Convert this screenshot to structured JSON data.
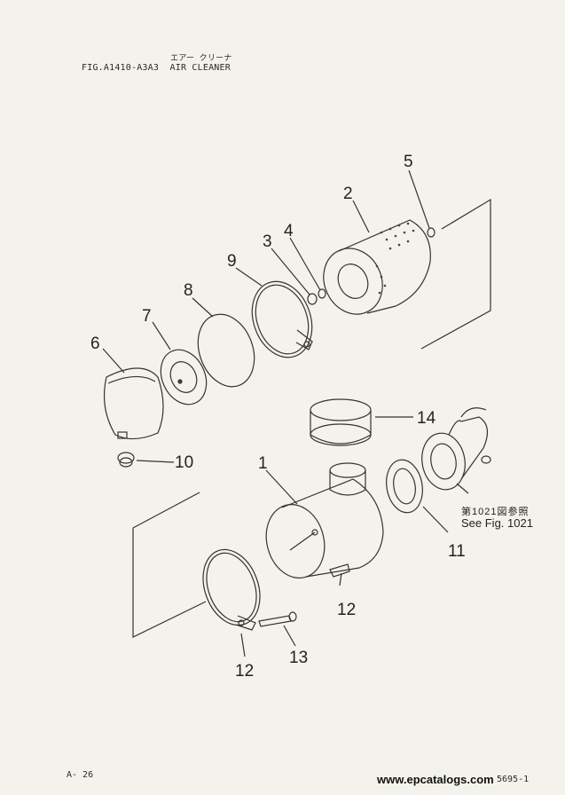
{
  "header": {
    "title_jp": "エアー クリーナ",
    "figure_id": "FIG.A1410-A3A3",
    "title_en": "AIR CLEANER"
  },
  "callouts": [
    {
      "label": "1"
    },
    {
      "label": "2"
    },
    {
      "label": "3"
    },
    {
      "label": "4"
    },
    {
      "label": "5"
    },
    {
      "label": "6"
    },
    {
      "label": "7"
    },
    {
      "label": "8"
    },
    {
      "label": "9"
    },
    {
      "label": "10"
    },
    {
      "label": "11"
    },
    {
      "label": "12"
    },
    {
      "label": "12"
    },
    {
      "label": "13"
    },
    {
      "label": "14"
    }
  ],
  "reference": {
    "jp": "第1021図参照",
    "en": "See Fig. 1021"
  },
  "footer": {
    "page": "A- 26",
    "doc_no": "5695-1",
    "watermark": "www.epcatalogs.com"
  }
}
